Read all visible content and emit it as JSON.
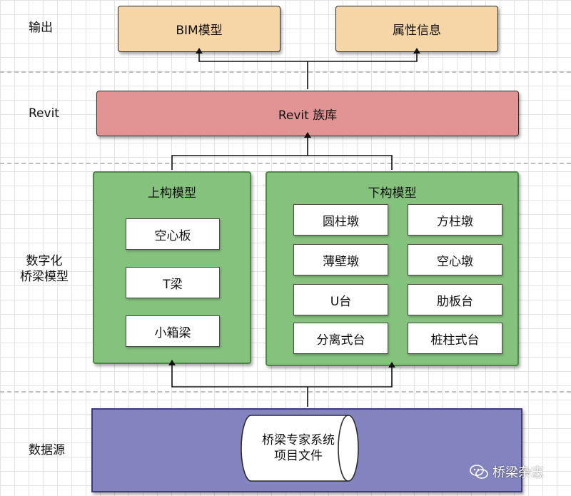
{
  "layers": {
    "output": "输出",
    "revit": "Revit",
    "digital": "数字化\n桥梁模型",
    "source": "数据源"
  },
  "output_nodes": {
    "bim": "BIM模型",
    "attr": "属性信息"
  },
  "revit_node": "Revit 族库",
  "upper_group": {
    "title": "上构模型",
    "items": [
      "空心板",
      "T梁",
      "小箱梁"
    ]
  },
  "lower_group": {
    "title": "下构模型",
    "items": [
      "圆柱墩",
      "方柱墩",
      "薄壁墩",
      "空心墩",
      "U台",
      "肋板台",
      "分离式台",
      "桩柱式台"
    ]
  },
  "data_source": {
    "file_label": "桥梁专家系统\n项目文件"
  },
  "watermark": "桥梁杂志",
  "colors": {
    "output": "#f6d5a6",
    "revit": "#e29494",
    "group": "#85c27e",
    "source": "#8384bf"
  }
}
